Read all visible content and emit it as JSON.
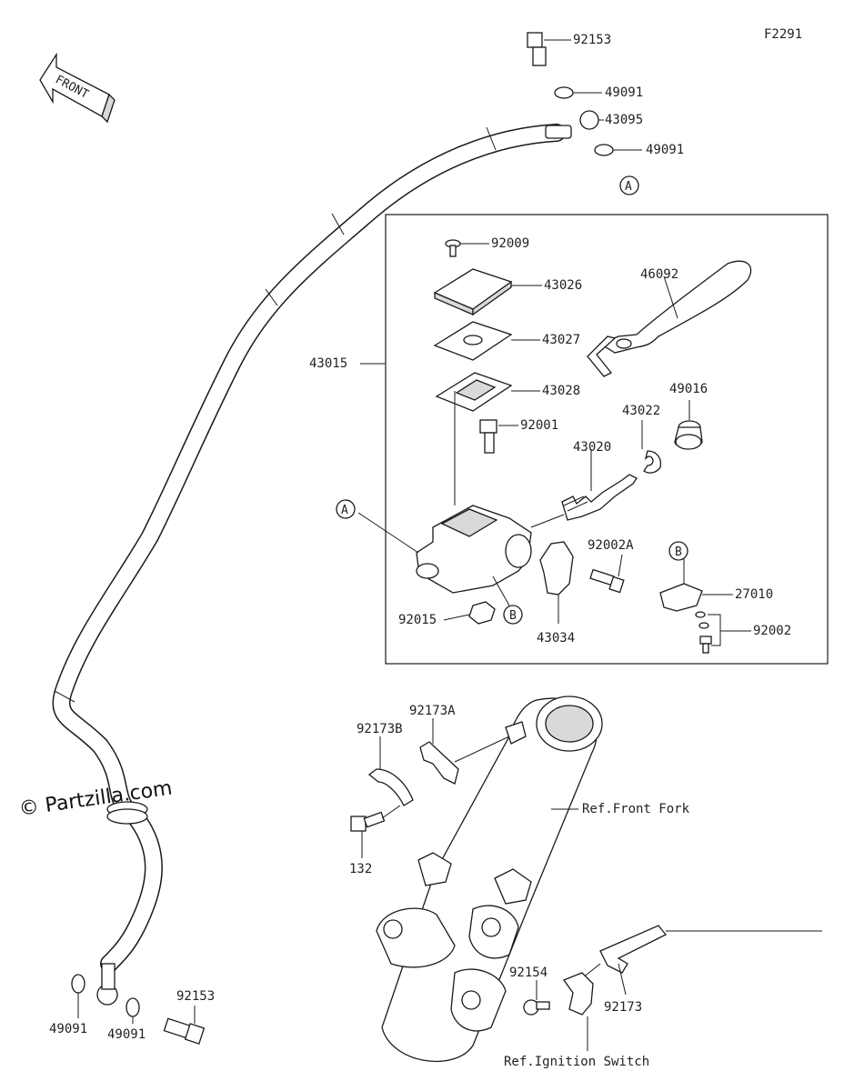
{
  "diagram_code": "F2291",
  "front_marker": "FRONT",
  "watermark": "© Partzilla.com",
  "parts": [
    "92153",
    "49091",
    "43095",
    "49091",
    "92009",
    "43026",
    "43027",
    "43028",
    "46092",
    "43015",
    "92001",
    "43022",
    "49016",
    "43020",
    "92002A",
    "27010",
    "92015",
    "43034",
    "92002",
    "92173A",
    "92173B",
    "132",
    "92154",
    "92173",
    "49091",
    "49091",
    "92153"
  ],
  "refs": {
    "A": "A",
    "B": "B",
    "front_fork": "Ref.Front Fork",
    "ignition_switch": "Ref.Ignition Switch"
  }
}
